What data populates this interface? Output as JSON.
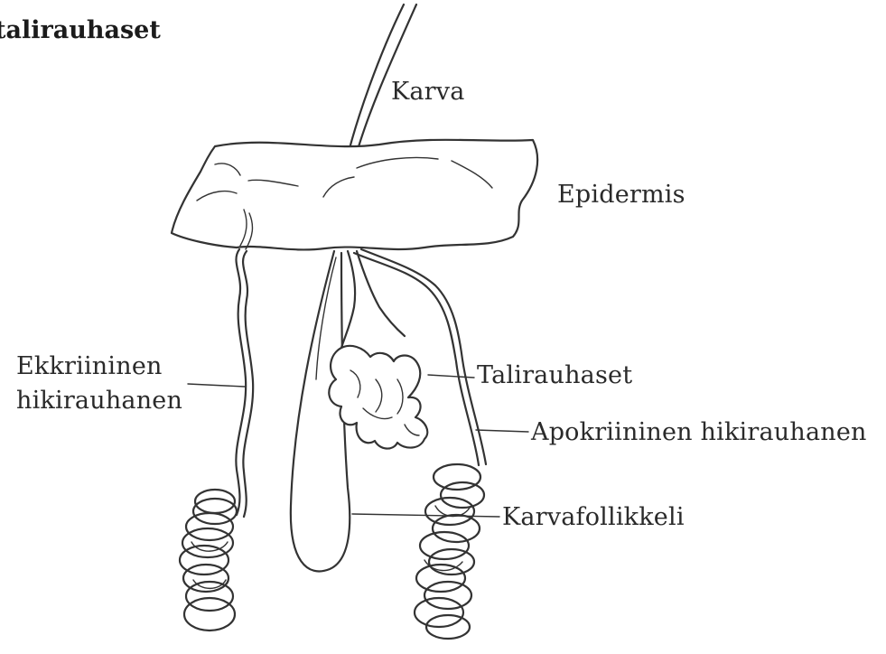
{
  "heading": "talirauhaset",
  "labels": {
    "karva": "Karva",
    "epidermis": "Epidermis",
    "ekkriininen_line1": "Ekkriininen",
    "ekkriininen_line2": "hikirauhanen",
    "talirauhaset": "Talirauhaset",
    "apokriininen": "Apokriininen hikirauhanen",
    "karvafollikkeli": "Karvafollikkeli"
  },
  "colors": {
    "ink": "#333333",
    "background": "#ffffff"
  }
}
